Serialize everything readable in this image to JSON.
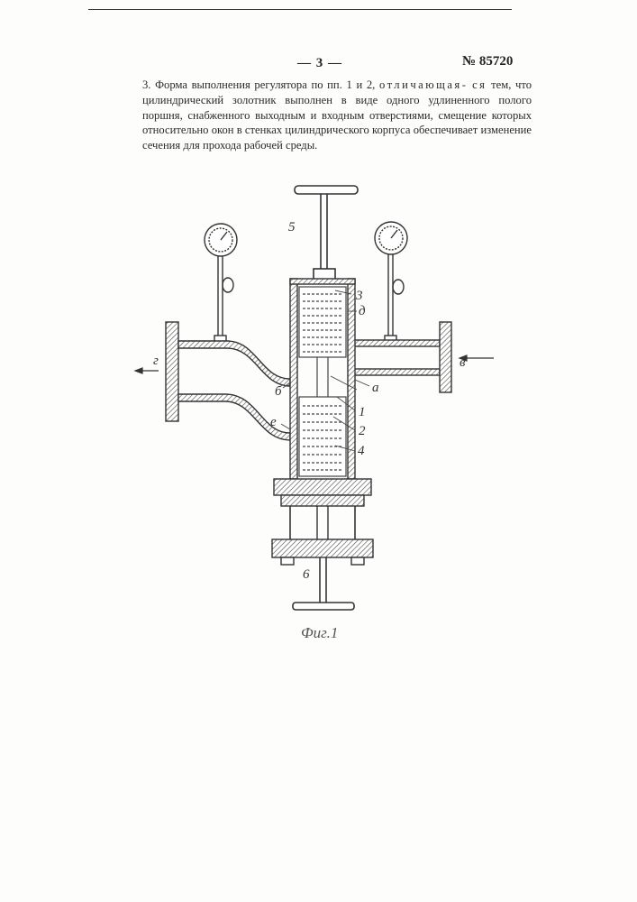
{
  "header": {
    "page_number": "— 3 —",
    "patent_number": "№ 85720"
  },
  "claim": {
    "lead": "3. Форма выполнения регулятора по пп. 1 и 2,",
    "spaced_a": "отличающая-",
    "spaced_b": "ся",
    "rest": "тем, что цилиндрический золотник выполнен в виде одного удлиненного полого поршня, снабженного выходным и входным отверстиями, смещение которых относительно окон в стенках цилиндрического корпуса обеспечивает изменение сечения для прохода рабочей среды."
  },
  "figure": {
    "caption": "Фиг.1",
    "labels": {
      "g_left": "г",
      "v_right": "в",
      "b_left": "б",
      "a_right": "а",
      "d_upper": "д",
      "e_lower": "е",
      "n1": "1",
      "n2": "2",
      "n3": "3",
      "n4": "4",
      "n5": "5",
      "n6": "6"
    }
  }
}
